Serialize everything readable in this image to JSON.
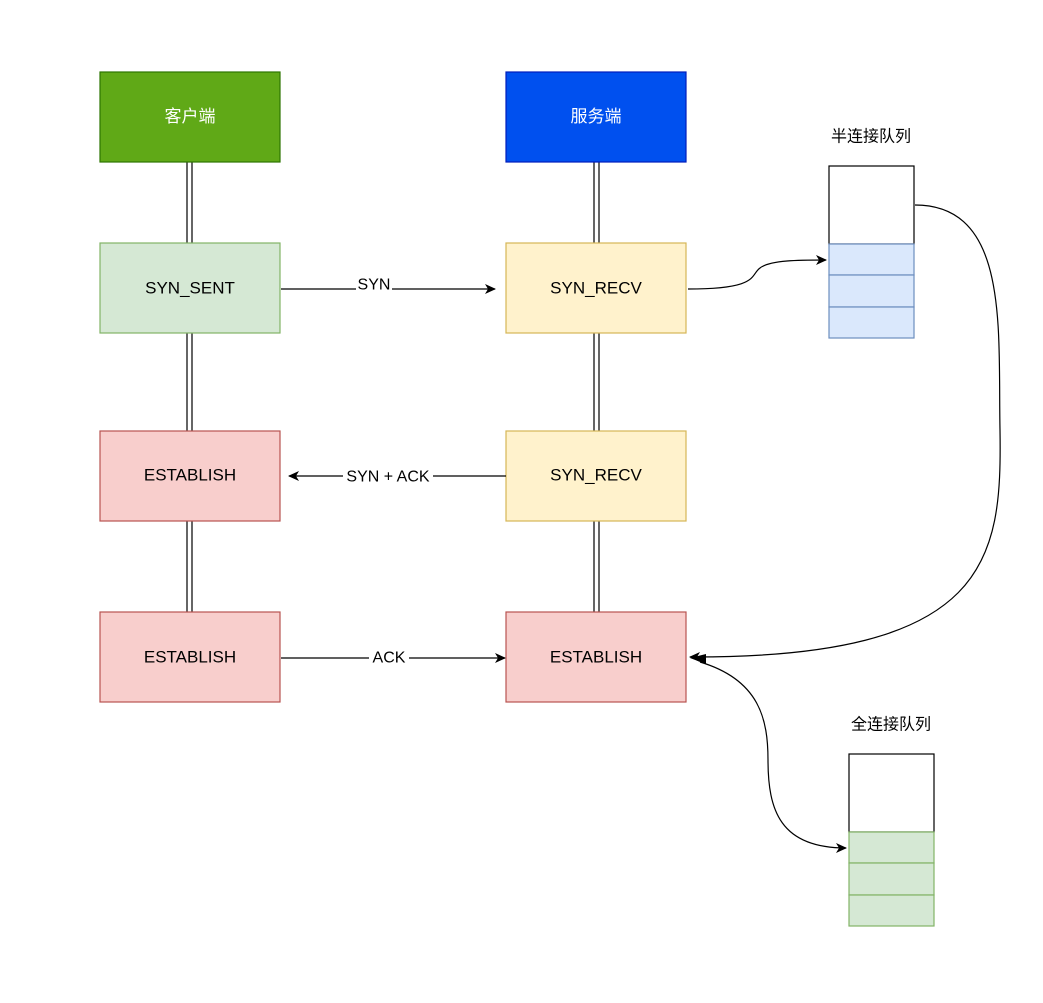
{
  "client": {
    "header": "客户端",
    "state_syn_sent": "SYN_SENT",
    "state_establish_1": "ESTABLISH",
    "state_establish_2": "ESTABLISH"
  },
  "server": {
    "header": "服务端",
    "state_syn_recv_1": "SYN_RECV",
    "state_syn_recv_2": "SYN_RECV",
    "state_establish": "ESTABLISH"
  },
  "messages": {
    "syn": "SYN",
    "syn_ack": "SYN + ACK",
    "ack": "ACK"
  },
  "queues": {
    "half_open": {
      "title": "半连接队列",
      "slot_count": 3
    },
    "full": {
      "title": "全连接队列",
      "slot_count": 3
    }
  },
  "colors": {
    "client_header": "#60a917",
    "server_header": "#0050ef",
    "syn_sent_fill": "#d5e8d4",
    "syn_recv_fill": "#fff2cc",
    "establish_fill": "#f8cecc",
    "half_queue_fill": "#dae8fc",
    "full_queue_fill": "#d5e8d4"
  }
}
